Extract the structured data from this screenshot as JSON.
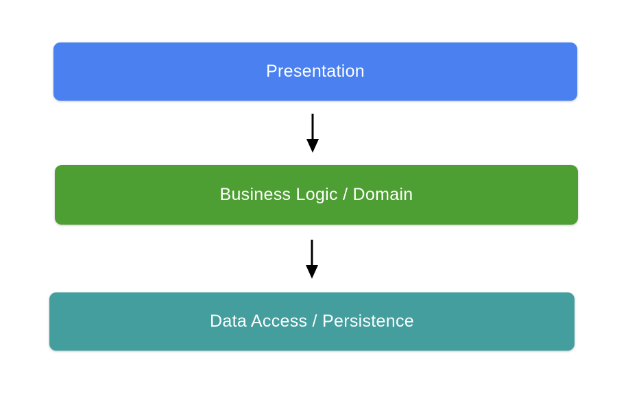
{
  "diagram": {
    "background_color": "#ffffff",
    "text_color": "#ffffff",
    "arrow_color": "#000000",
    "layers": [
      {
        "label": "Presentation",
        "color": "#4a80f0"
      },
      {
        "label": "Business Logic / Domain",
        "color": "#4d9e33"
      },
      {
        "label": "Data Access / Persistence",
        "color": "#449e9e"
      }
    ],
    "connections": [
      {
        "from": "Presentation",
        "to": "Business Logic / Domain",
        "direction": "down"
      },
      {
        "from": "Business Logic / Domain",
        "to": "Data Access / Persistence",
        "direction": "down"
      }
    ]
  }
}
